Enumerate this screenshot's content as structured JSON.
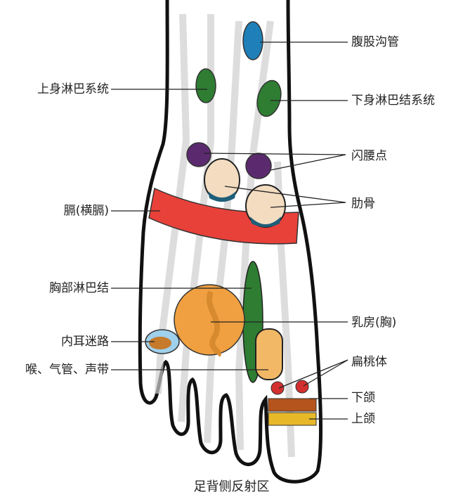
{
  "labels": {
    "inguinal_canal": "腹股沟管",
    "upper_lymph": "上身淋巴系统",
    "lower_lymph": "下身淋巴结系统",
    "lumbar_point": "闪腰点",
    "ribs": "肋骨",
    "diaphragm": "膈(横膈)",
    "chest_lymph": "胸部淋巴结",
    "breast": "乳房(胸)",
    "inner_ear": "内耳迷路",
    "throat": "喉、气管、声带",
    "tonsils": "扁桃体",
    "lower_jaw": "下颌",
    "upper_jaw": "上颌"
  },
  "caption": "足背侧反射区",
  "colors": {
    "inguinal_canal": "#1f7fb8",
    "lymph": "#2e7d32",
    "lumbar_point": "#5b2a6e",
    "diaphragm": "#e53935",
    "breast": "#f0a040",
    "tonsils": "#d32f2f",
    "lower_jaw": "#b5541c",
    "upper_jaw": "#e8b828"
  }
}
